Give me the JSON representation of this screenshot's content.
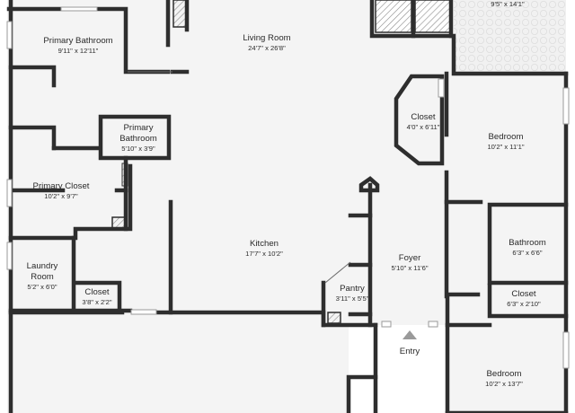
{
  "rooms": {
    "patio": {
      "dims": "9'5\" x 14'1\""
    },
    "living_room": {
      "name": "Living Room",
      "dims": "24'7\" x 26'8\""
    },
    "primary_bathroom": {
      "name": "Primary Bathroom",
      "dims": "9'11\" x 12'11\""
    },
    "primary_bathroom_small": {
      "name_line1": "Primary",
      "name_line2": "Bathroom",
      "dims": "5'10\" x 3'9\""
    },
    "closet_center": {
      "name": "Closet",
      "dims": "4'0\" x 6'11\""
    },
    "bedroom_upper": {
      "name": "Bedroom",
      "dims": "10'2\" x 11'1\""
    },
    "primary_closet": {
      "name": "Primary Closet",
      "dims": "10'2\" x 9'7\""
    },
    "kitchen": {
      "name": "Kitchen",
      "dims": "17'7\" x 10'2\""
    },
    "bathroom": {
      "name": "Bathroom",
      "dims": "6'3\" x 6'6\""
    },
    "foyer": {
      "name": "Foyer",
      "dims": "5'10\" x 11'6\""
    },
    "laundry_room": {
      "name_line1": "Laundry",
      "name_line2": "Room",
      "dims": "5'2\" x 6'0\""
    },
    "closet_laundry": {
      "name": "Closet",
      "dims": "3'8\" x 2'2\""
    },
    "pantry": {
      "name": "Pantry",
      "dims": "3'11\" x 5'5\""
    },
    "closet_hall": {
      "name": "Closet",
      "dims": "6'3\" x 2'10\""
    },
    "entry": {
      "name": "Entry"
    },
    "bedroom_lower": {
      "name": "Bedroom",
      "dims": "10'2\" x 13'7\""
    }
  },
  "colors": {
    "wall": "#2e2e2e",
    "floor": "#f4f4f4",
    "exterior": "#ffffff",
    "patio": "#efefef",
    "hatch": "#8a8a8a",
    "entry_marker": "#9a9a9a"
  }
}
